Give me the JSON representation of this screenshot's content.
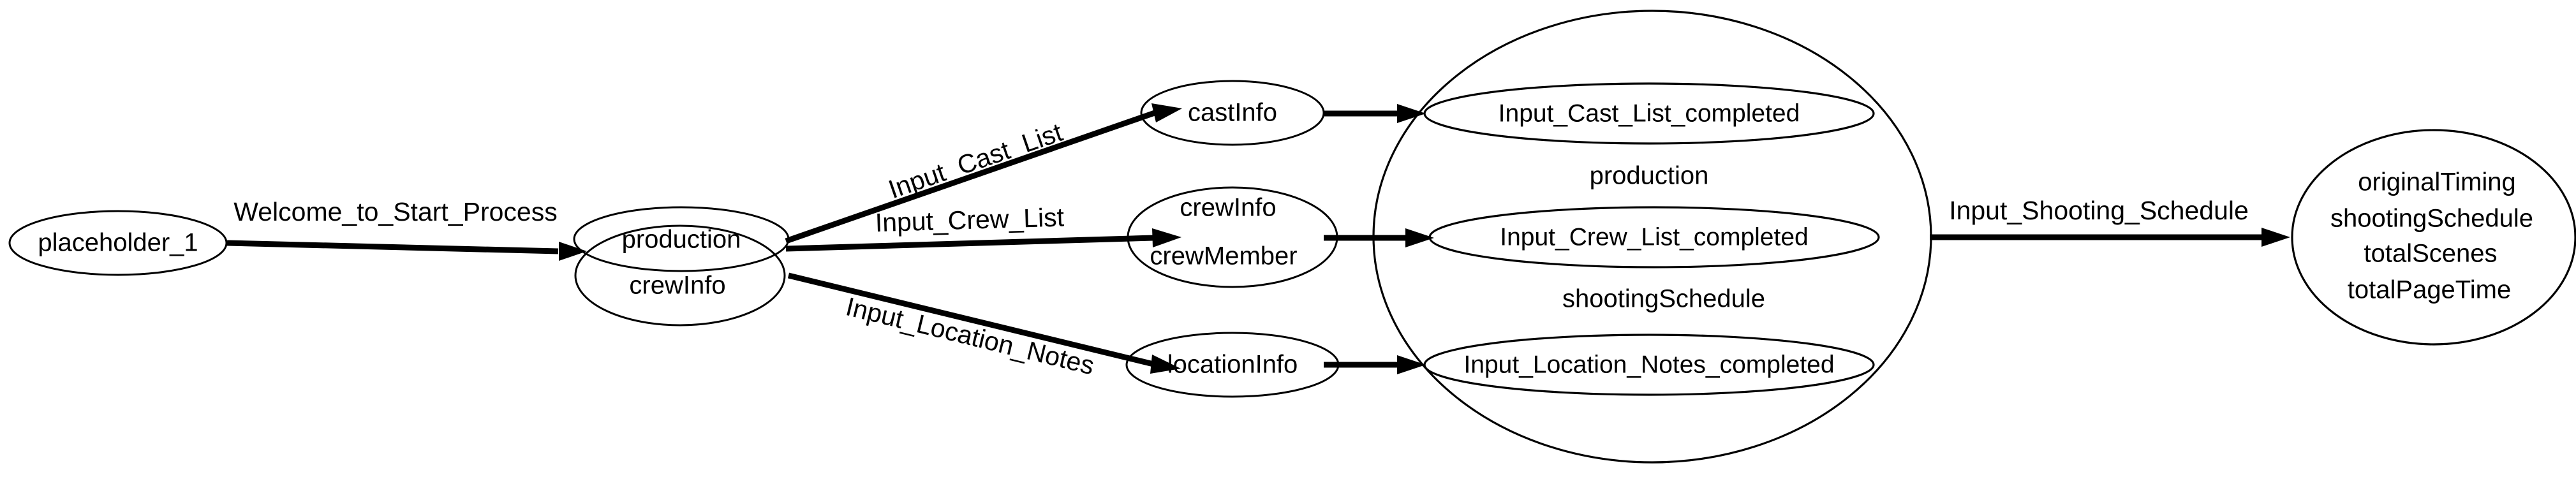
{
  "diagram": {
    "type": "directed-graph",
    "background_color": "#ffffff",
    "line_color": "#000000",
    "text_color": "#000000",
    "nodes": [
      {
        "id": "placeholder_1",
        "shape": "ellipse",
        "lines": [
          "placeholder_1"
        ]
      },
      {
        "id": "production_crewInfo",
        "shape": "double-overlapping-ellipse",
        "lines": [
          "production",
          "crewInfo"
        ]
      },
      {
        "id": "castInfo",
        "shape": "ellipse",
        "lines": [
          "castInfo"
        ]
      },
      {
        "id": "crewInfo_crewMember",
        "shape": "ellipse",
        "lines": [
          "crewInfo",
          "crewMember"
        ]
      },
      {
        "id": "locationInfo",
        "shape": "ellipse",
        "lines": [
          "locationInfo"
        ]
      },
      {
        "id": "cluster_completed",
        "shape": "circle",
        "cluster_labels": [
          "production",
          "shootingSchedule"
        ],
        "children": [
          {
            "id": "Input_Cast_List_completed",
            "shape": "ellipse",
            "lines": [
              "Input_Cast_List_completed"
            ]
          },
          {
            "id": "Input_Crew_List_completed",
            "shape": "ellipse",
            "lines": [
              "Input_Crew_List_completed"
            ]
          },
          {
            "id": "Input_Location_Notes_completed",
            "shape": "ellipse",
            "lines": [
              "Input_Location_Notes_completed"
            ]
          }
        ]
      },
      {
        "id": "final_state",
        "shape": "ellipse",
        "lines": [
          "originalTiming",
          "shootingSchedule",
          "totalScenes",
          "totalPageTime"
        ]
      }
    ],
    "edges": [
      {
        "from": "placeholder_1",
        "to": "production_crewInfo",
        "label": "Welcome_to_Start_Process",
        "label_rotation": 0
      },
      {
        "from": "production_crewInfo",
        "to": "castInfo",
        "label": "Input_Cast_List",
        "label_rotation": -21
      },
      {
        "from": "production_crewInfo",
        "to": "crewInfo_crewMember",
        "label": "Input_Crew_List",
        "label_rotation": -3
      },
      {
        "from": "production_crewInfo",
        "to": "locationInfo",
        "label": "Input_Location_Notes",
        "label_rotation": 17
      },
      {
        "from": "castInfo",
        "to": "Input_Cast_List_completed",
        "label": "",
        "label_rotation": 0
      },
      {
        "from": "crewInfo_crewMember",
        "to": "Input_Crew_List_completed",
        "label": "",
        "label_rotation": 0
      },
      {
        "from": "locationInfo",
        "to": "Input_Location_Notes_completed",
        "label": "",
        "label_rotation": 0
      },
      {
        "from": "cluster_completed",
        "to": "final_state",
        "label": "Input_Shooting_Schedule",
        "label_rotation": 0
      }
    ]
  },
  "labels": {
    "placeholder_1": "placeholder_1",
    "production": "production",
    "crewInfo": "crewInfo",
    "castInfo": "castInfo",
    "crewInfo2": "crewInfo",
    "crewMember": "crewMember",
    "locationInfo": "locationInfo",
    "cast_completed": "Input_Cast_List_completed",
    "crew_completed": "Input_Crew_List_completed",
    "location_completed": "Input_Location_Notes_completed",
    "cluster_production": "production",
    "cluster_shootingSchedule": "shootingSchedule",
    "final_line1": "originalTiming",
    "final_line2": "shootingSchedule",
    "final_line3": "totalScenes",
    "final_line4": "totalPageTime",
    "edge_welcome": "Welcome_to_Start_Process",
    "edge_cast": "Input_Cast_List",
    "edge_crew": "Input_Crew_List",
    "edge_location": "Input_Location_Notes",
    "edge_shooting": "Input_Shooting_Schedule"
  }
}
